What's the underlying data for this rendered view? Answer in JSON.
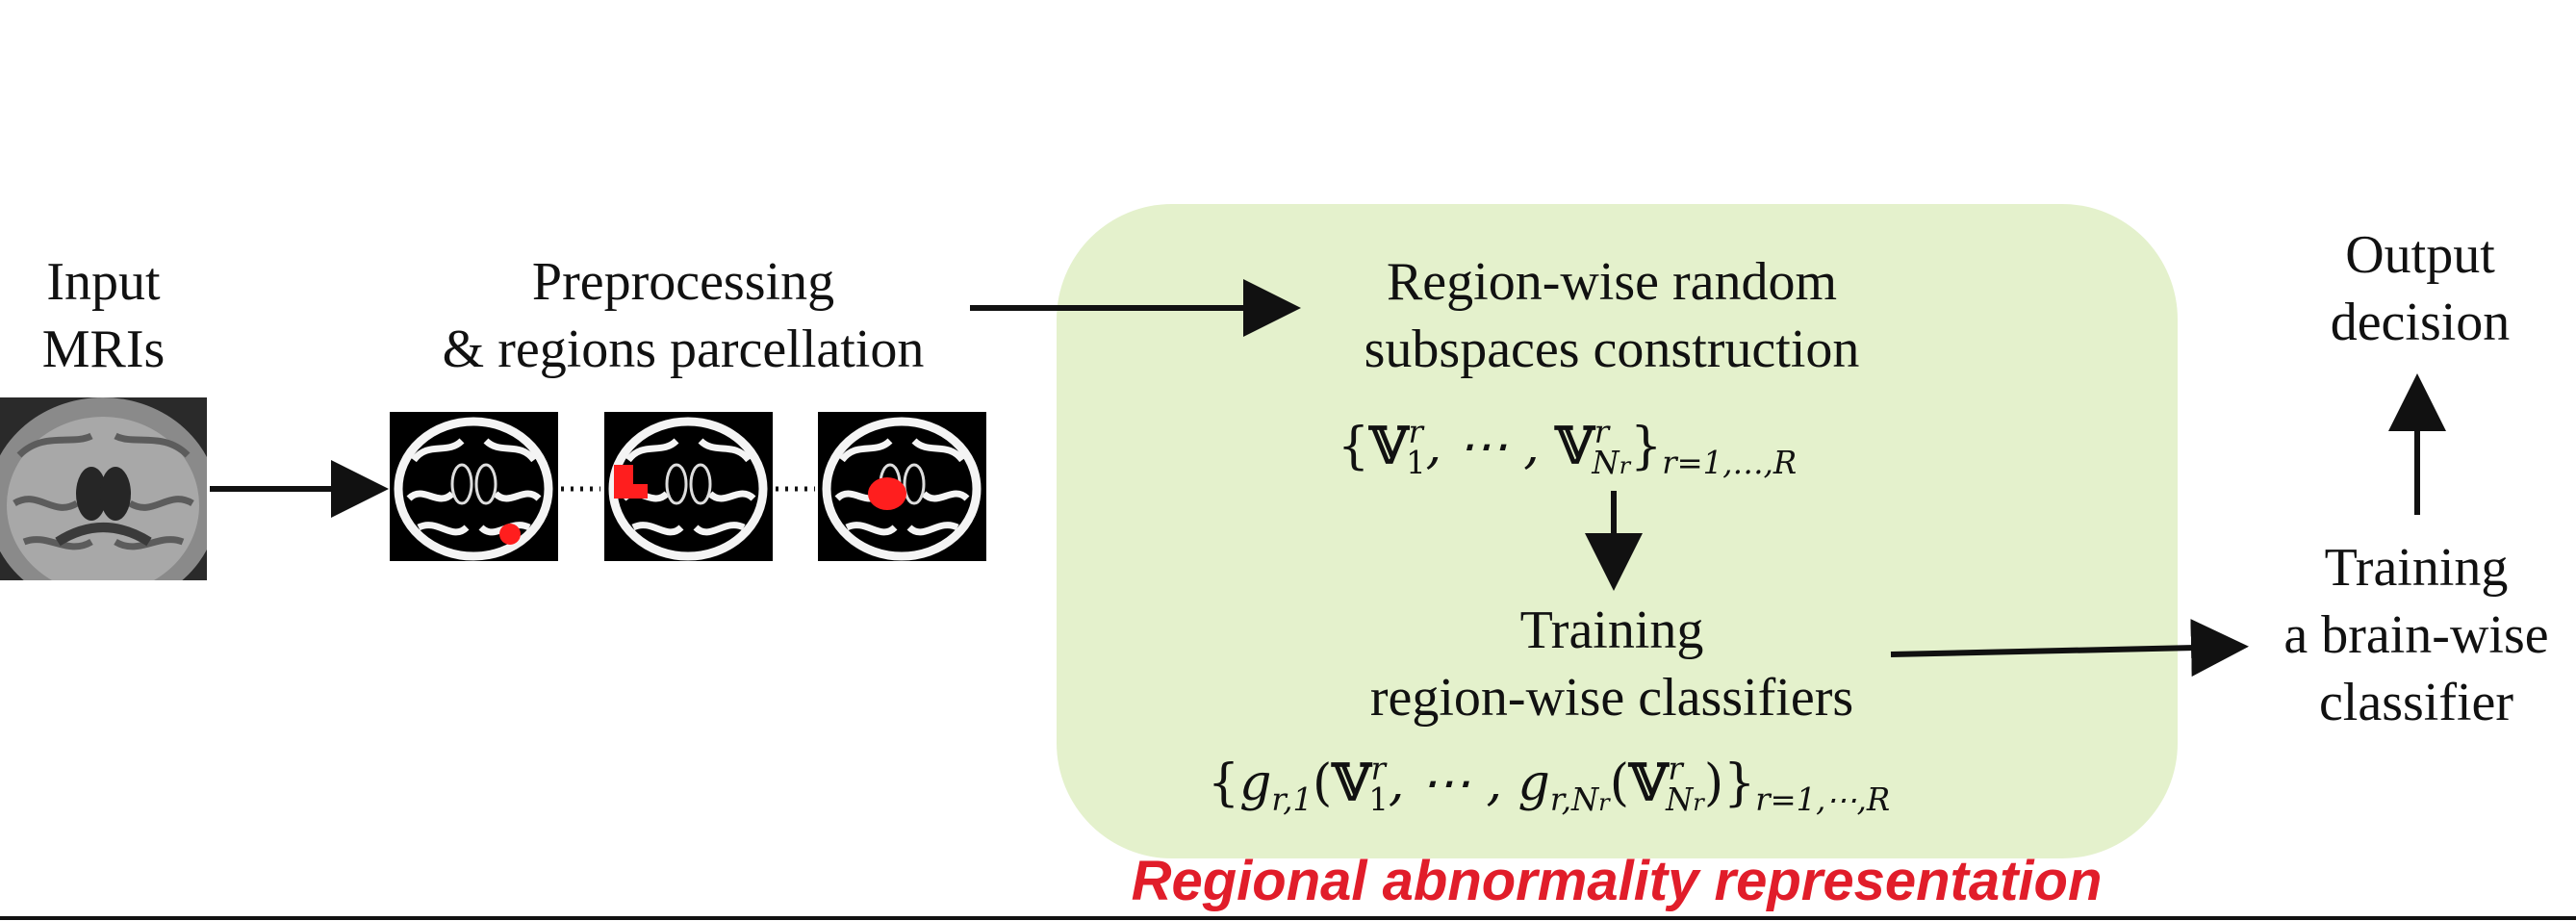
{
  "input": {
    "line1": "Input",
    "line2": "MRIs"
  },
  "preprocessing": {
    "line1": "Preprocessing",
    "line2": "& regions parcellation"
  },
  "subspaces": {
    "line1": "Region-wise random",
    "line2": "subspaces construction",
    "formula": "{𝕍1r, ⋯ , 𝕍Nrr}r=1,…,R"
  },
  "region_classifiers": {
    "line1": "Training",
    "line2": "region-wise classifiers",
    "formula": "{gr,1(𝕍1r, ⋯ , gr,Nr(𝕍Nrr)}r=1,⋯,R"
  },
  "brain_classifier": {
    "line1": "Training",
    "line2": "a brain-wise",
    "line3": "classifier"
  },
  "output": {
    "line1": "Output",
    "line2": "decision"
  },
  "caption": "Regional abnormality representation",
  "colors": {
    "caption": "#e11d2a",
    "box": "#e4f1cc",
    "highlight": "#ff1e1e"
  }
}
